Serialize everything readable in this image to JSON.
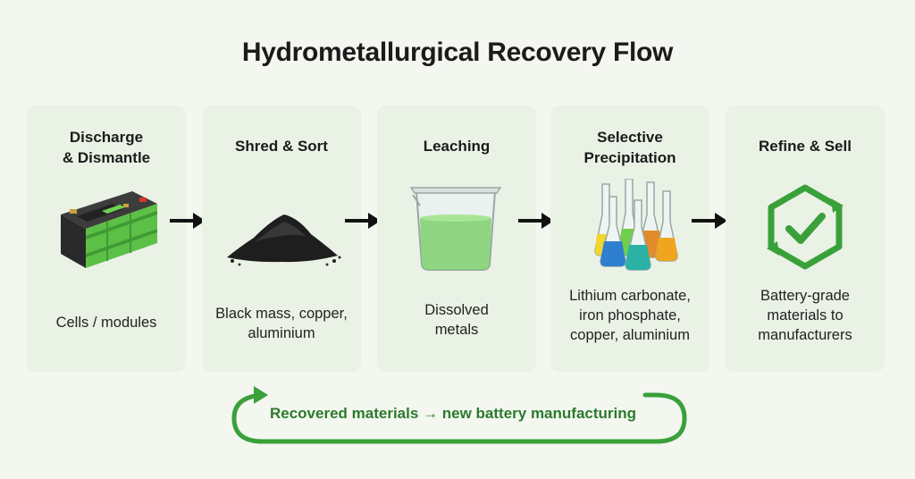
{
  "title": "Hydrometallurgical Recovery Flow",
  "stages": [
    {
      "title_lines": [
        "Discharge",
        "& Dismantle"
      ],
      "desc_lines": [
        "Cells / modules"
      ],
      "icon": "battery-pack-icon"
    },
    {
      "title_lines": [
        "Shred & Sort"
      ],
      "desc_lines": [
        "Black mass, copper,",
        "aluminium"
      ],
      "icon": "black-mass-pile-icon"
    },
    {
      "title_lines": [
        "Leaching"
      ],
      "desc_lines": [
        "Dissolved",
        "metals"
      ],
      "icon": "beaker-icon"
    },
    {
      "title_lines": [
        "Selective",
        "Precipitation"
      ],
      "desc_lines": [
        "Lithium carbonate,",
        "iron phosphate,",
        "copper, aluminium"
      ],
      "icon": "flasks-icon"
    },
    {
      "title_lines": [
        "Refine & Sell"
      ],
      "desc_lines": [
        "Battery-grade",
        "materials to",
        "manufacturers"
      ],
      "icon": "recycle-check-icon"
    }
  ],
  "loop_label": "Recovered materials → new battery manufacturing",
  "colors": {
    "accent_green": "#3aa13a",
    "card_bg": "#eaf2e6",
    "page_bg": "#f3f7f0"
  }
}
